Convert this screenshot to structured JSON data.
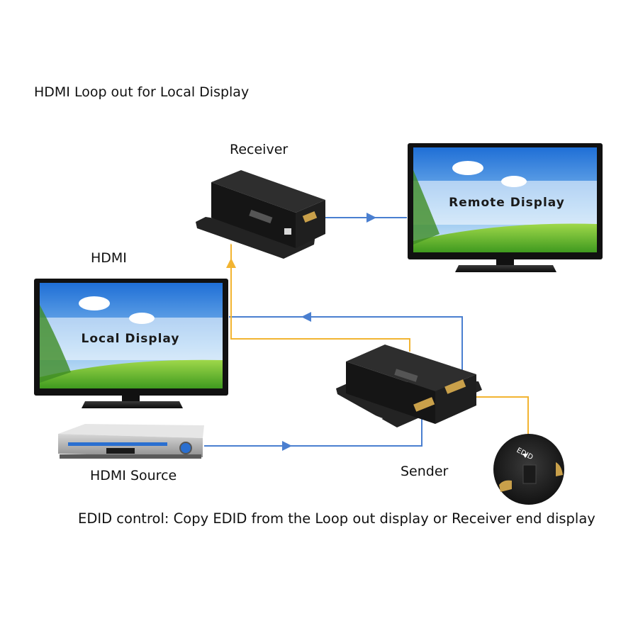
{
  "diagram": {
    "title": "HDMI Loop out for Local Display",
    "labels": {
      "receiver": "Receiver",
      "hdmi": "HDMI",
      "source": "HDMI Source",
      "sender": "Sender"
    },
    "displays": {
      "remote": "Remote Display",
      "local": "Local Display"
    },
    "edid_note": "EDID control: Copy EDID from the Loop out display or Receiver end display",
    "edid_switch_label": "EDID",
    "colors": {
      "signal_line": "#4a7fd0",
      "loop_line": "#f2b431",
      "device_body": "#1b1b1b",
      "hdmi_port": "#c9a04a"
    }
  }
}
